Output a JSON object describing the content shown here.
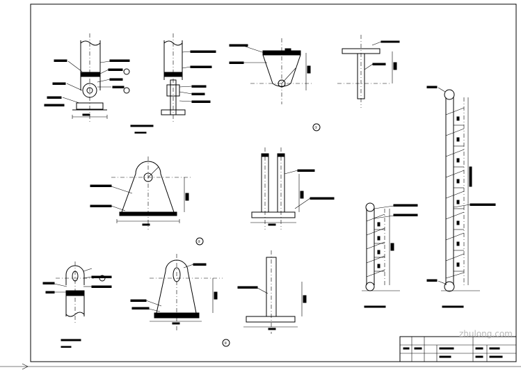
{
  "sheet": {
    "watermark": "zhulong.com",
    "callouts": [
      "①",
      "②",
      "③"
    ]
  }
}
